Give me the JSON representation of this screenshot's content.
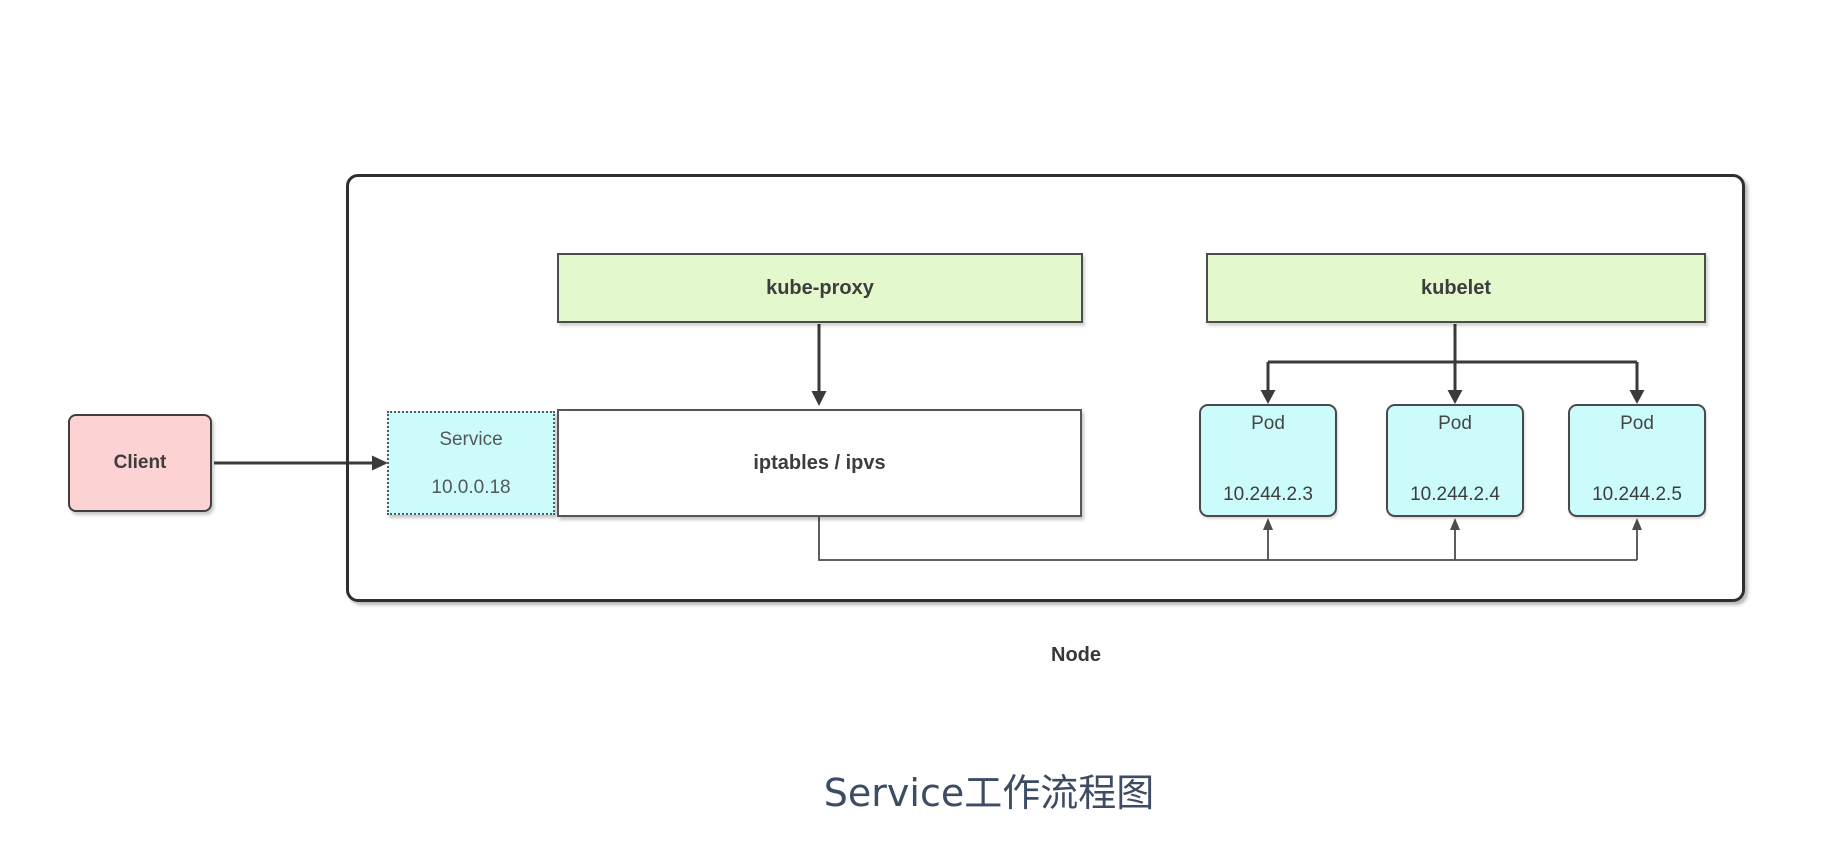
{
  "diagram": {
    "title": "Service工作流程图",
    "node_label": "Node",
    "client": {
      "label": "Client"
    },
    "kube_proxy": {
      "label": "kube-proxy"
    },
    "kubelet": {
      "label": "kubelet"
    },
    "service": {
      "label": "Service",
      "ip": "10.0.0.18"
    },
    "iptables": {
      "label": "iptables / ipvs"
    },
    "pods": [
      {
        "label": "Pod",
        "ip": "10.244.2.3"
      },
      {
        "label": "Pod",
        "ip": "10.244.2.4"
      },
      {
        "label": "Pod",
        "ip": "10.244.2.5"
      }
    ]
  },
  "colors": {
    "box_green": "#e3f9cd",
    "box_cyan": "#ccfbfc",
    "box_pink": "#fcd2d3",
    "line_dark": "#3a3a3a",
    "line_thin": "#4c4c4c",
    "title_text": "#3b4c63",
    "label_text": "#3d3d3d",
    "muted_text": "#575757"
  }
}
